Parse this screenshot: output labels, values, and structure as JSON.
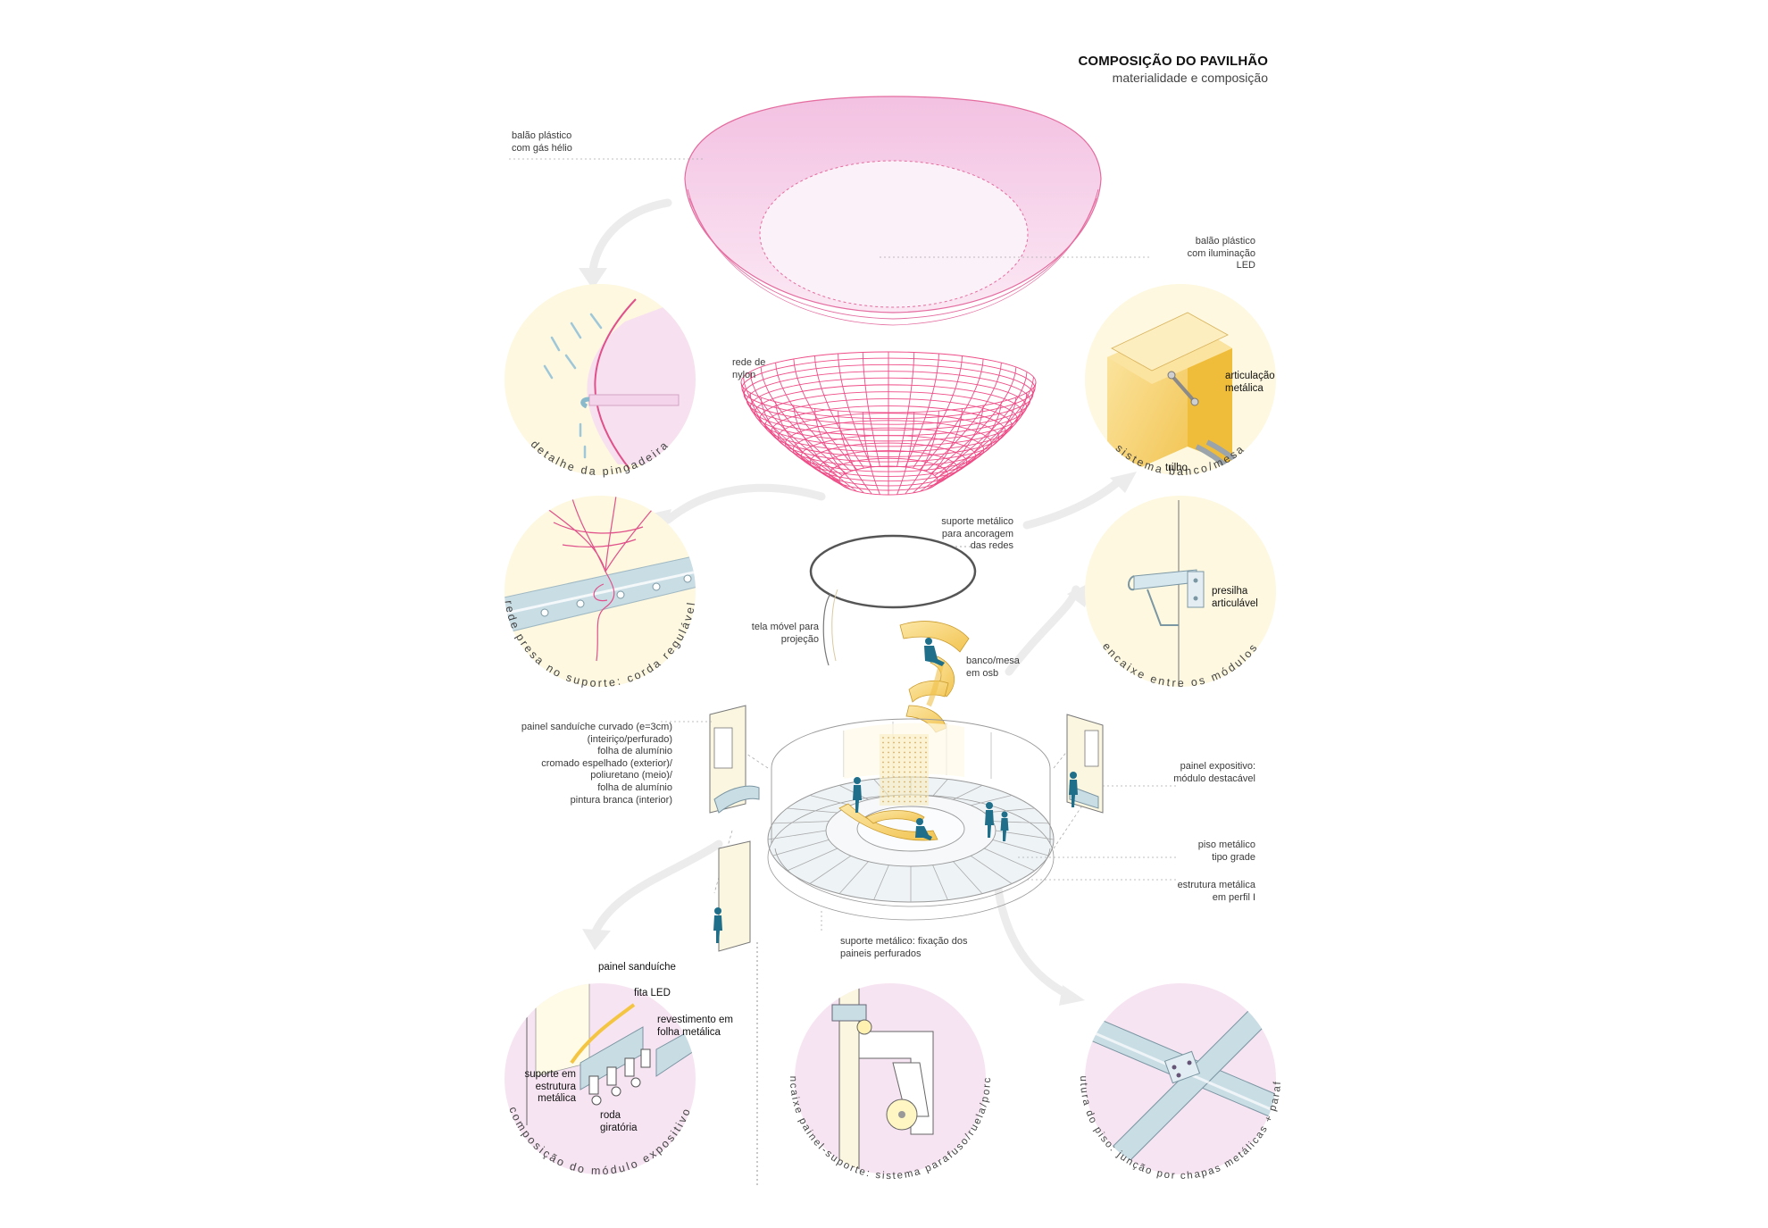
{
  "title": "COMPOSIÇÃO DO PAVILHÃO",
  "subtitle": "materialidade e composição",
  "colors": {
    "balloon_pink": "#f6cde8",
    "net_pink": "#ee4c86",
    "detail_cream": "#fdf8df",
    "detail_lavender": "#f7e4f2",
    "wood_yellow": "#f6d57a",
    "metal_blue": "#b9d2dc",
    "figure_teal": "#1f6f8b",
    "arrow_gray": "#ececec"
  },
  "labels": {
    "balao_helio": [
      "balão plástico",
      "com gás hélio"
    ],
    "balao_led": [
      "balão plástico",
      "com iluminação",
      "LED"
    ],
    "rede_nylon": [
      "rede de",
      "nylon"
    ],
    "suporte_ancoragem": [
      "suporte metálico",
      "para ancoragem",
      "das redes"
    ],
    "tela_movel": [
      "tela móvel para",
      "projeção"
    ],
    "banco_mesa": [
      "banco/mesa",
      "em osb"
    ],
    "painel_sanduiche": [
      "painel sanduíche curvado (e=3cm)",
      "(inteiriço/perfurado)",
      "folha de alumínio",
      "cromado espelhado (exterior)/",
      "poliuretano (meio)/",
      "folha de alumínio",
      "pintura branca (interior)"
    ],
    "painel_expositivo": [
      "painel expositivo:",
      "módulo destacável"
    ],
    "piso_metalico": [
      "piso metálico",
      "tipo grade"
    ],
    "estrutura_perfil": [
      "estrutura metálica",
      "em perfil I"
    ],
    "suporte_fixacao": [
      "suporte metálico: fixação dos",
      "paineis perfurados"
    ],
    "articulacao": [
      "articulação",
      "metálica"
    ],
    "trilho": "trilho",
    "presilha": [
      "presilha",
      "articulável"
    ],
    "mod_painel_sanduiche": "painel sanduíche",
    "mod_fita_led": "fita LED",
    "mod_revestimento": [
      "revestimento em",
      "folha metálica"
    ],
    "mod_suporte": [
      "suporte em",
      "estrutura",
      "metálica"
    ],
    "mod_roda": [
      "roda",
      "giratória"
    ]
  },
  "detail_captions": {
    "pingadeira": "detalhe da pingadeira",
    "rede_presa": "rede presa no suporte: corda regulável",
    "banco_mesa": "sistema banco/mesa",
    "encaixe_modulos": "encaixe entre os módulos",
    "modulo_expositivo": "composição do módulo expositivo",
    "encaixe_painel": "encaixe painel-suporte: sistema parafuso/ruela/porca",
    "estrutura_piso": "estrutura do piso: junção por chapas metálicas + parafusos"
  }
}
